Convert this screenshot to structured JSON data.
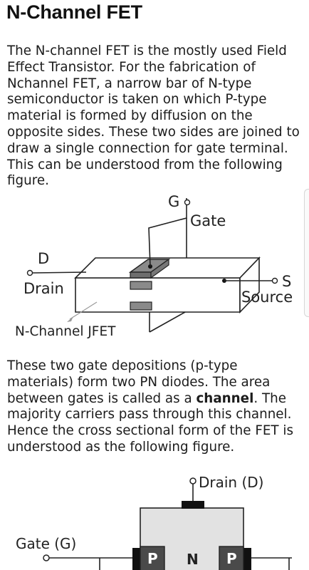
{
  "article": {
    "title": "N-Channel FET",
    "para1": "The N-channel FET is the mostly used Field Effect Transistor. For the fabrication of Nchannel FET, a narrow bar of N-type semiconductor is taken on which P-type material is formed by diffusion on the opposite sides. These two sides are joined to draw a single connection for gate terminal. This can be understood from the following figure.",
    "para2_before": "These two gate depositions (p-type materials) form two PN diodes. The area between gates is called as a ",
    "para2_bold": "channel",
    "para2_after": ". The majority carriers pass through this channel. Hence the cross sectional form of the FET is understood as the following figure."
  },
  "figure1": {
    "gate_letter": "G",
    "gate_label": "Gate",
    "drain_letter": "D",
    "drain_label": "Drain",
    "source_letter": "S",
    "source_label": "Source",
    "caption": "N-Channel JFET"
  },
  "figure2": {
    "drain_label": "Drain (D)",
    "gate_label": "Gate (G)",
    "p_left": "P",
    "n_label": "N",
    "p_right": "P"
  }
}
